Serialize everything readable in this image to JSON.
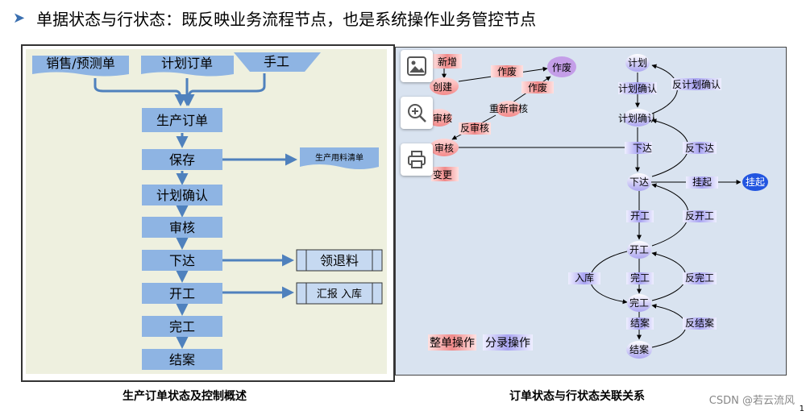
{
  "header": {
    "title": "单据状态与行状态：既反映业务流程节点，也是系统操作业务管控节点"
  },
  "left_diagram": {
    "caption": "生产订单状态及控制概述",
    "sources": [
      "销售/预测单",
      "计划订单",
      "手工"
    ],
    "steps": [
      "生产订单",
      "保存",
      "计划确认",
      "审核",
      "下达",
      "开工",
      "完工",
      "结案"
    ],
    "side_doc": "生产用料清单",
    "side_boxes": [
      "领退料",
      "汇报  入库"
    ]
  },
  "right_diagram": {
    "caption": "订单状态与行状态关联关系",
    "left_nodes": [
      "新增",
      "创建",
      "审核",
      "审核",
      "变更"
    ],
    "left_labels": [
      "作废",
      "作废",
      "重新审核",
      "反审核"
    ],
    "void_node": "作废",
    "right_nodes": [
      "计划",
      "计划确认",
      "下达",
      "开工",
      "完工",
      "结案"
    ],
    "row_labels": [
      "计划确认",
      "反计划确认",
      "下达",
      "反下达",
      "挂起",
      "开工",
      "反开工",
      "入库",
      "完工",
      "反完工",
      "结案",
      "反结案"
    ],
    "suspend_node": "挂起",
    "legend": [
      "整单操作",
      "分录操作"
    ]
  },
  "footer": {
    "watermark": "CSDN @若云流风",
    "page": "1"
  }
}
